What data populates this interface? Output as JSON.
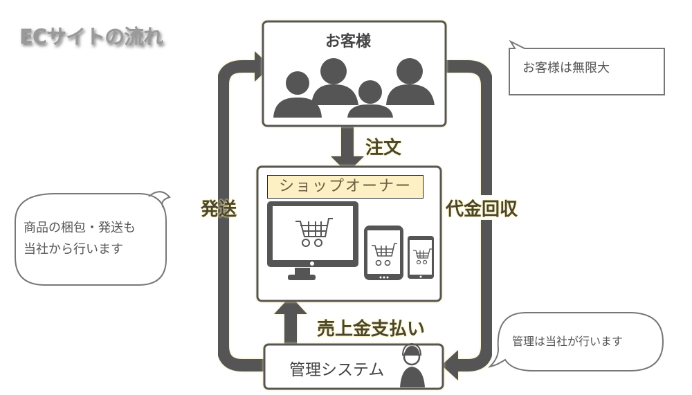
{
  "title": "ECサイトの流れ",
  "nodes": {
    "customer": "お客様",
    "shop_owner": "ショップオーナー",
    "management": "管理システム"
  },
  "flows": {
    "order": "注文",
    "shipping": "発送",
    "payment_collection": "代金回収",
    "sales_payment": "売上金支払い"
  },
  "bubbles": {
    "customer_note": "お客様は無限大",
    "shipping_note_line1": "商品の梱包・発送も",
    "shipping_note_line2": "当社から行います",
    "management_note": "管理は当社が行います"
  },
  "colors": {
    "dark": "#555555",
    "banner": "#fdf0c4",
    "glow": "#fff3b0"
  }
}
